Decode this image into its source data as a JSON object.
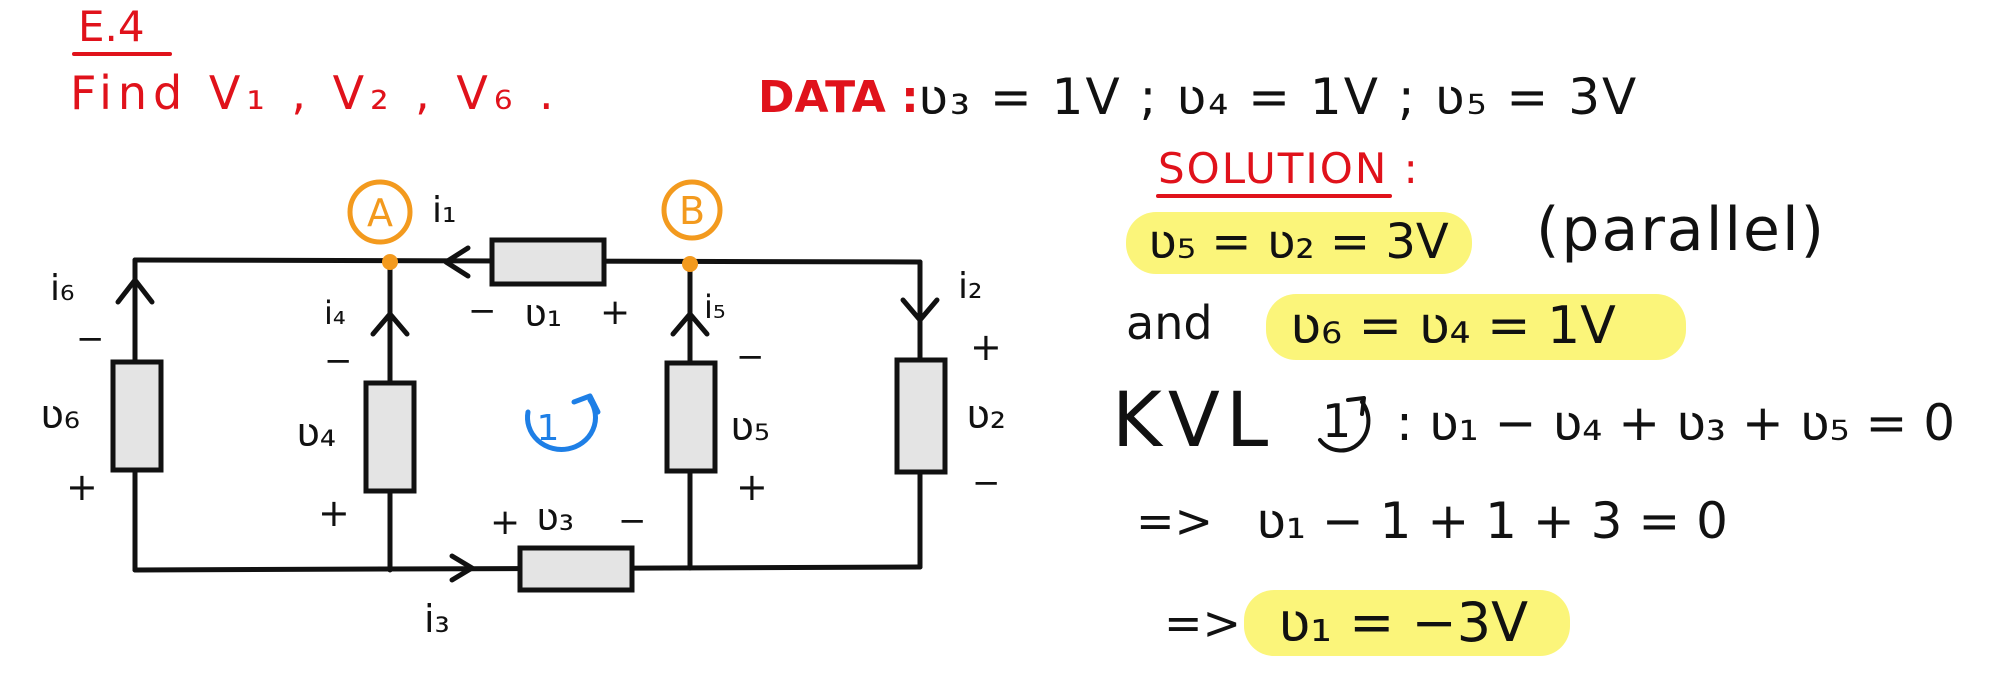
{
  "header": {
    "exercise": "E.4",
    "task": "Find V₁ , V₂ , V₆ ."
  },
  "data_line": {
    "label": "DATA :",
    "values": "ʋ₃ = 1V ; ʋ₄ = 1V ; ʋ₅ = 3V"
  },
  "circuit": {
    "nodes": {
      "a": "A",
      "b": "B"
    },
    "currents": {
      "i1": "i₁",
      "i2": "i₂",
      "i3": "i₃",
      "i4": "i₄",
      "i5": "i₅",
      "i6": "i₆"
    },
    "voltages": {
      "v1": "ʋ₁",
      "v2": "ʋ₂",
      "v3": "ʋ₃",
      "v4": "ʋ₄",
      "v5": "ʋ₅",
      "v6": "ʋ₆"
    },
    "polarity": {
      "plus": "+",
      "minus": "−"
    },
    "loop": "1"
  },
  "solution": {
    "title": "SOLUTION :",
    "line1": "ʋ₅ = ʋ₂ = 3V",
    "note": "(parallel)",
    "and": "and",
    "line2": "ʋ₆ = ʋ₄ = 1V",
    "kvl_label": "KVL",
    "kvl_loop": "1",
    "kvl_eq": ": ʋ₁ − ʋ₄ + ʋ₃ + ʋ₅ = 0",
    "step1_arrow": "=>",
    "step1": "ʋ₁ − 1 + 1 + 3 = 0",
    "step2_arrow": "=>",
    "result": "ʋ₁ = −3V"
  },
  "colors": {
    "red": "#e0121b",
    "orange": "#f39a1e",
    "blue": "#1e7fe6",
    "highlight": "#fbf57a",
    "resistor_fill": "#e4e4e4"
  }
}
